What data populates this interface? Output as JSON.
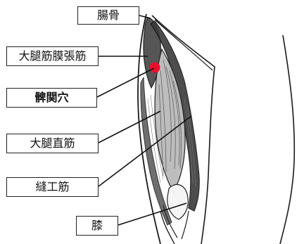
{
  "diagram": {
    "labels": {
      "ilium": "腸骨",
      "tfl": "大腿筋膜張筋",
      "hikan": "髀関穴",
      "rectus_femoris": "大腿直筋",
      "sartorius": "縫工筋",
      "knee": "膝"
    },
    "colors": {
      "acupoint": "#e8102a",
      "ink": "#1a1a1a",
      "paper": "#ffffff"
    }
  }
}
